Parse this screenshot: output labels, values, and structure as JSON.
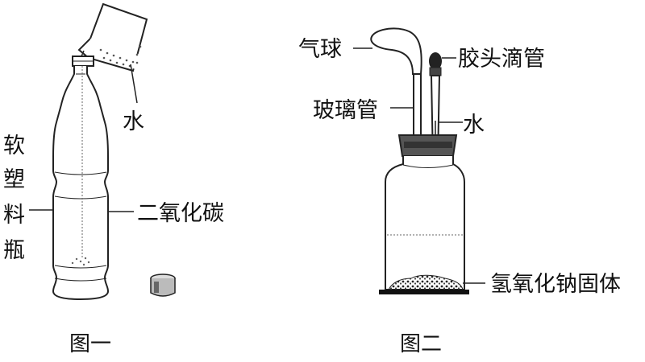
{
  "figure1": {
    "caption": "图一",
    "labels": {
      "water": "水",
      "carbon_dioxide": "二氧化碳",
      "bottle_char1": "软",
      "bottle_char2": "塑",
      "bottle_char3": "料",
      "bottle_char4": "瓶"
    }
  },
  "figure2": {
    "caption": "图二",
    "labels": {
      "balloon": "气球",
      "dropper": "胶头滴管",
      "glass_tube": "玻璃管",
      "water": "水",
      "sodium_hydroxide_solid": "氢氧化钠固体"
    }
  }
}
